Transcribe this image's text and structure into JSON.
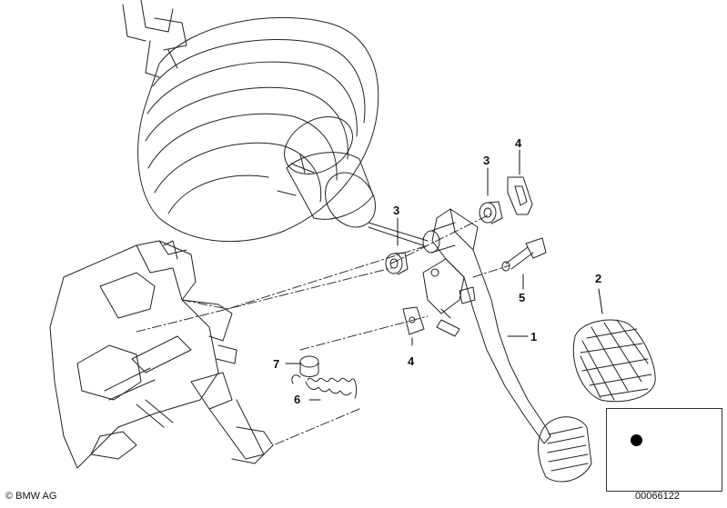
{
  "callouts": [
    {
      "id": "1",
      "label": "1"
    },
    {
      "id": "2",
      "label": "2"
    },
    {
      "id": "3a",
      "label": "3"
    },
    {
      "id": "3b",
      "label": "3"
    },
    {
      "id": "4a",
      "label": "4"
    },
    {
      "id": "4b",
      "label": "4"
    },
    {
      "id": "5",
      "label": "5"
    },
    {
      "id": "6",
      "label": "6"
    },
    {
      "id": "7",
      "label": "7"
    }
  ],
  "footer": {
    "copyright": "© BMW AG",
    "diagram_number": "00066122"
  }
}
